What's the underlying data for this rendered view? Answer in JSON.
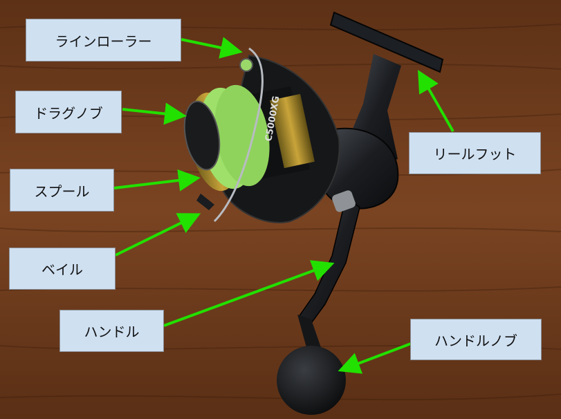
{
  "labels": {
    "line_roller": "ラインローラー",
    "drag_knob": "ドラグノブ",
    "spool": "スプール",
    "bail": "ベイル",
    "handle": "ハンドル",
    "reel_foot": "リールフット",
    "handle_knob": "ハンドルノブ"
  },
  "spool_text": "C5000XG",
  "colors": {
    "arrow": "#22e000",
    "label_bg": "#cfe0f1",
    "line": "#9ee06a",
    "wood": "#6a3a1c"
  }
}
